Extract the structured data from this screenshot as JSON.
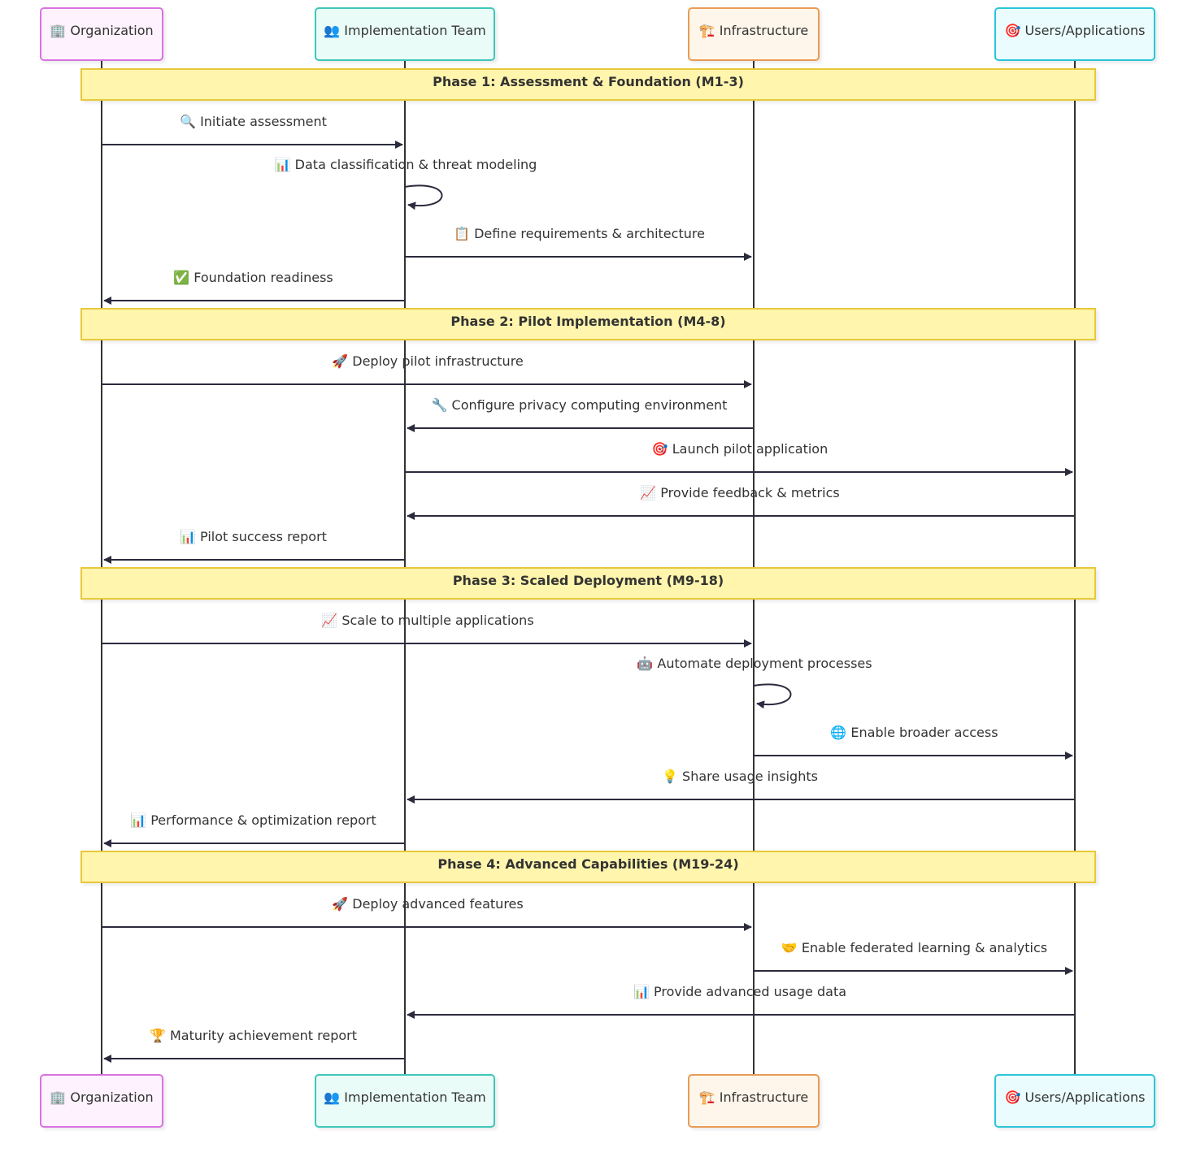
{
  "participants": [
    {
      "id": "org",
      "label": "🏢 Organization",
      "fill": "#fdf2fd",
      "stroke": "#d973e0"
    },
    {
      "id": "team",
      "label": "👥 Implementation Team",
      "fill": "#eafcf8",
      "stroke": "#3cc7b9"
    },
    {
      "id": "infra",
      "label": "🏗️ Infrastructure",
      "fill": "#fef6ea",
      "stroke": "#e89b55"
    },
    {
      "id": "users",
      "label": "🎯 Users/Applications",
      "fill": "#eafcfd",
      "stroke": "#2cc5d8"
    }
  ],
  "colors": {
    "line": "#333333",
    "arrow": "#2b2b3e",
    "phase_fill": "#fff5ad",
    "phase_stroke": "#e8c83a"
  },
  "phases": [
    {
      "title": "Phase 1: Assessment & Foundation (M1-3)",
      "messages": [
        {
          "from": "org",
          "to": "team",
          "label": "🔍 Initiate assessment"
        },
        {
          "from": "team",
          "to": "team",
          "label": "📊 Data classification & threat modeling"
        },
        {
          "from": "team",
          "to": "infra",
          "label": "📋 Define requirements & architecture"
        },
        {
          "from": "team",
          "to": "org",
          "label": "✅ Foundation readiness"
        }
      ]
    },
    {
      "title": "Phase 2: Pilot Implementation (M4-8)",
      "messages": [
        {
          "from": "org",
          "to": "infra",
          "label": "🚀 Deploy pilot infrastructure"
        },
        {
          "from": "infra",
          "to": "team",
          "label": "🔧 Configure privacy computing environment"
        },
        {
          "from": "team",
          "to": "users",
          "label": "🎯 Launch pilot application"
        },
        {
          "from": "users",
          "to": "team",
          "label": "📈 Provide feedback & metrics"
        },
        {
          "from": "team",
          "to": "org",
          "label": "📊 Pilot success report"
        }
      ]
    },
    {
      "title": "Phase 3: Scaled Deployment (M9-18)",
      "messages": [
        {
          "from": "org",
          "to": "infra",
          "label": "📈 Scale to multiple applications"
        },
        {
          "from": "infra",
          "to": "infra",
          "label": "🤖 Automate deployment processes"
        },
        {
          "from": "infra",
          "to": "users",
          "label": "🌐 Enable broader access"
        },
        {
          "from": "users",
          "to": "team",
          "label": "💡 Share usage insights"
        },
        {
          "from": "team",
          "to": "org",
          "label": "📊 Performance & optimization report"
        }
      ]
    },
    {
      "title": "Phase 4: Advanced Capabilities (M19-24)",
      "messages": [
        {
          "from": "org",
          "to": "infra",
          "label": "🚀 Deploy advanced features"
        },
        {
          "from": "infra",
          "to": "users",
          "label": "🤝 Enable federated learning & analytics"
        },
        {
          "from": "users",
          "to": "team",
          "label": "📊 Provide advanced usage data"
        },
        {
          "from": "team",
          "to": "org",
          "label": "🏆 Maturity achievement report"
        }
      ]
    }
  ]
}
